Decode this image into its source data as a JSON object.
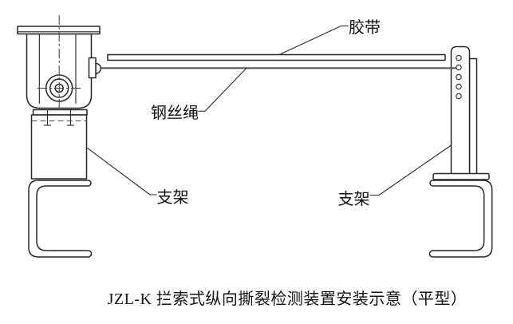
{
  "diagram": {
    "caption": "JZL-K 拦索式纵向撕裂检测装置安装示意（平型）",
    "labels": {
      "belt": "胶带",
      "wire_rope": "钢丝绳",
      "bracket_left": "支架",
      "bracket_right": "支架"
    },
    "colors": {
      "line": "#262626",
      "rope": "#565656",
      "text": "#141414",
      "background": "#ffffff"
    },
    "parts": [
      "detector-unit",
      "belt",
      "wire-rope",
      "left-support-bracket",
      "right-support-bracket"
    ]
  }
}
